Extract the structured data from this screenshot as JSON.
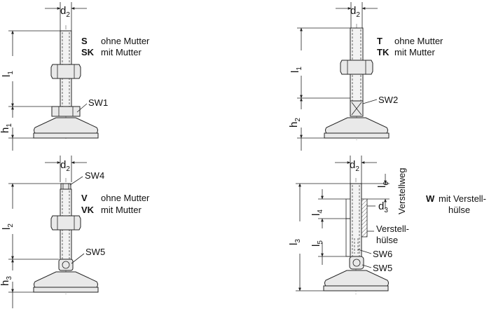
{
  "variants": [
    {
      "id": "S",
      "code_a": "S",
      "text_a": "ohne Mutter",
      "code_b": "SK",
      "text_b": "mit Mutter",
      "wrench": "SW1",
      "len": "l",
      "len_sub": "1",
      "height": "h",
      "height_sub": "1",
      "dia": "d",
      "dia_sub": "2"
    },
    {
      "id": "T",
      "code_a": "T",
      "text_a": "ohne Mutter",
      "code_b": "TK",
      "text_b": "mit Mutter",
      "wrench": "SW2",
      "len": "l",
      "len_sub": "1",
      "height": "h",
      "height_sub": "2",
      "dia": "d",
      "dia_sub": "2"
    },
    {
      "id": "V",
      "code_a": "V",
      "text_a": "ohne Mutter",
      "code_b": "VK",
      "text_b": "mit Mutter",
      "wrench_top": "SW4",
      "wrench": "SW5",
      "len": "l",
      "len_sub": "2",
      "height": "h",
      "height_sub": "3",
      "dia": "d",
      "dia_sub": "2"
    },
    {
      "id": "W",
      "code_a": "W",
      "text_a": "mit Verstell-",
      "text_a2": "hülse",
      "wrench_a": "SW6",
      "wrench_b": "SW5",
      "len": "l",
      "len_sub": "3",
      "l4": "l",
      "l4_sub": "4",
      "l5": "l",
      "l5_sub": "5",
      "l6": "l",
      "l6_sub": "6",
      "dia": "d",
      "dia_sub": "2",
      "d3": "d",
      "d3_sub": "3",
      "sleeve_a": "Verstell-",
      "sleeve_b": "hülse",
      "travel": "Verstellweg"
    }
  ]
}
